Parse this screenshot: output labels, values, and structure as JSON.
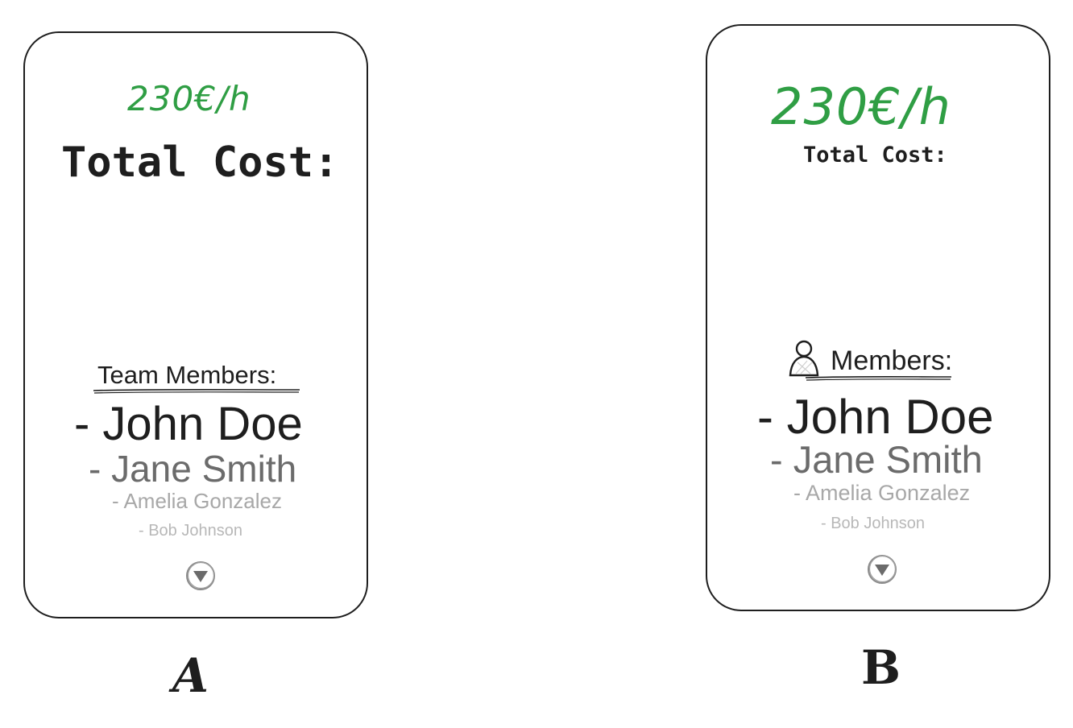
{
  "variants": [
    {
      "label": "A",
      "rate": "230€/h",
      "total_label": "Total Cost:",
      "members_heading": "Team Members:",
      "members": [
        "- John Doe",
        "- Jane Smith",
        "- Amelia Gonzalez",
        "- Bob Johnson"
      ],
      "expand_icon": "triangle-down-icon"
    },
    {
      "label": "B",
      "rate": "230€/h",
      "total_label": "Total Cost:",
      "members_heading": "Members:",
      "heading_icon": "person-icon",
      "members": [
        "- John Doe",
        "- Jane Smith",
        "- Amelia Gonzalez",
        "- Bob Johnson"
      ],
      "expand_icon": "triangle-down-icon"
    }
  ],
  "colors": {
    "rate": "#2f9e44",
    "stroke": "#1e1e1e",
    "member_primary": "#1e1e1e",
    "member_secondary": "#6b6b6b",
    "member_tertiary": "#a8a8a8",
    "member_quaternary": "#b8b8b8"
  }
}
